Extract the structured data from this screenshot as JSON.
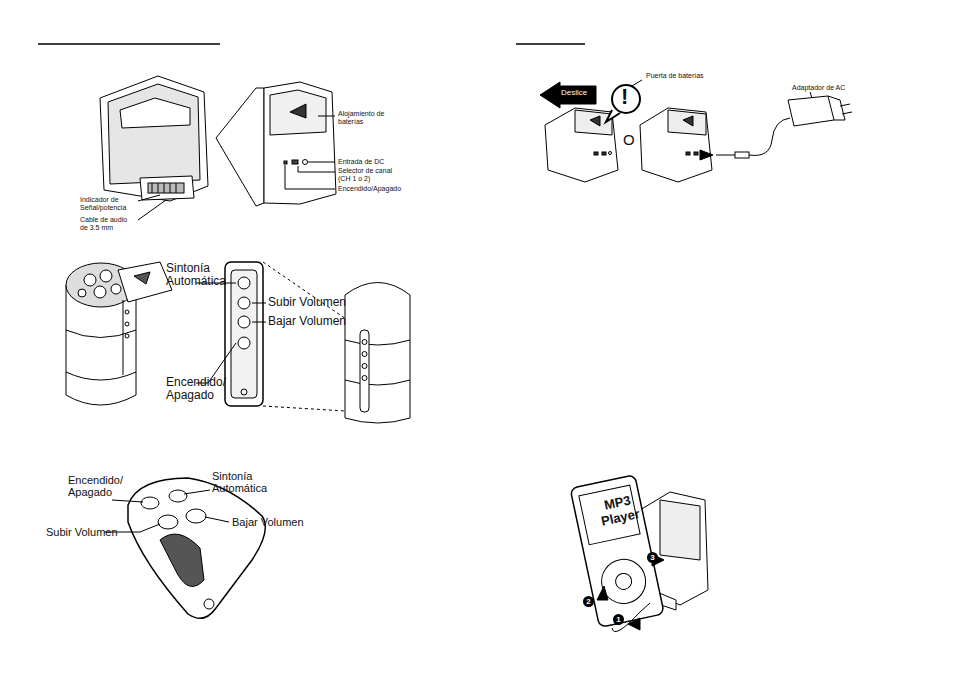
{
  "diagram": {
    "labels": [
      "Alojamiento de baterías",
      "Entrada de DC",
      "Selector de canal (CH 1 o 2)",
      "Encendido/Apagado",
      "Indicador de Señal/potencia",
      "Cable de audio de 3.5 mm",
      "Deslice",
      "!",
      "Puerta de baterías",
      "Adaptador de AC",
      "O",
      "Sintonía Automática",
      "Subir Volumen",
      "Bajar Volumen",
      "Encendido/ Apagado",
      "Encendido/ Apagado",
      "Sintonía Automática",
      "Subir Volumen",
      "Bajar Volumen",
      "MP3 Player",
      "1",
      "2",
      "3"
    ]
  }
}
